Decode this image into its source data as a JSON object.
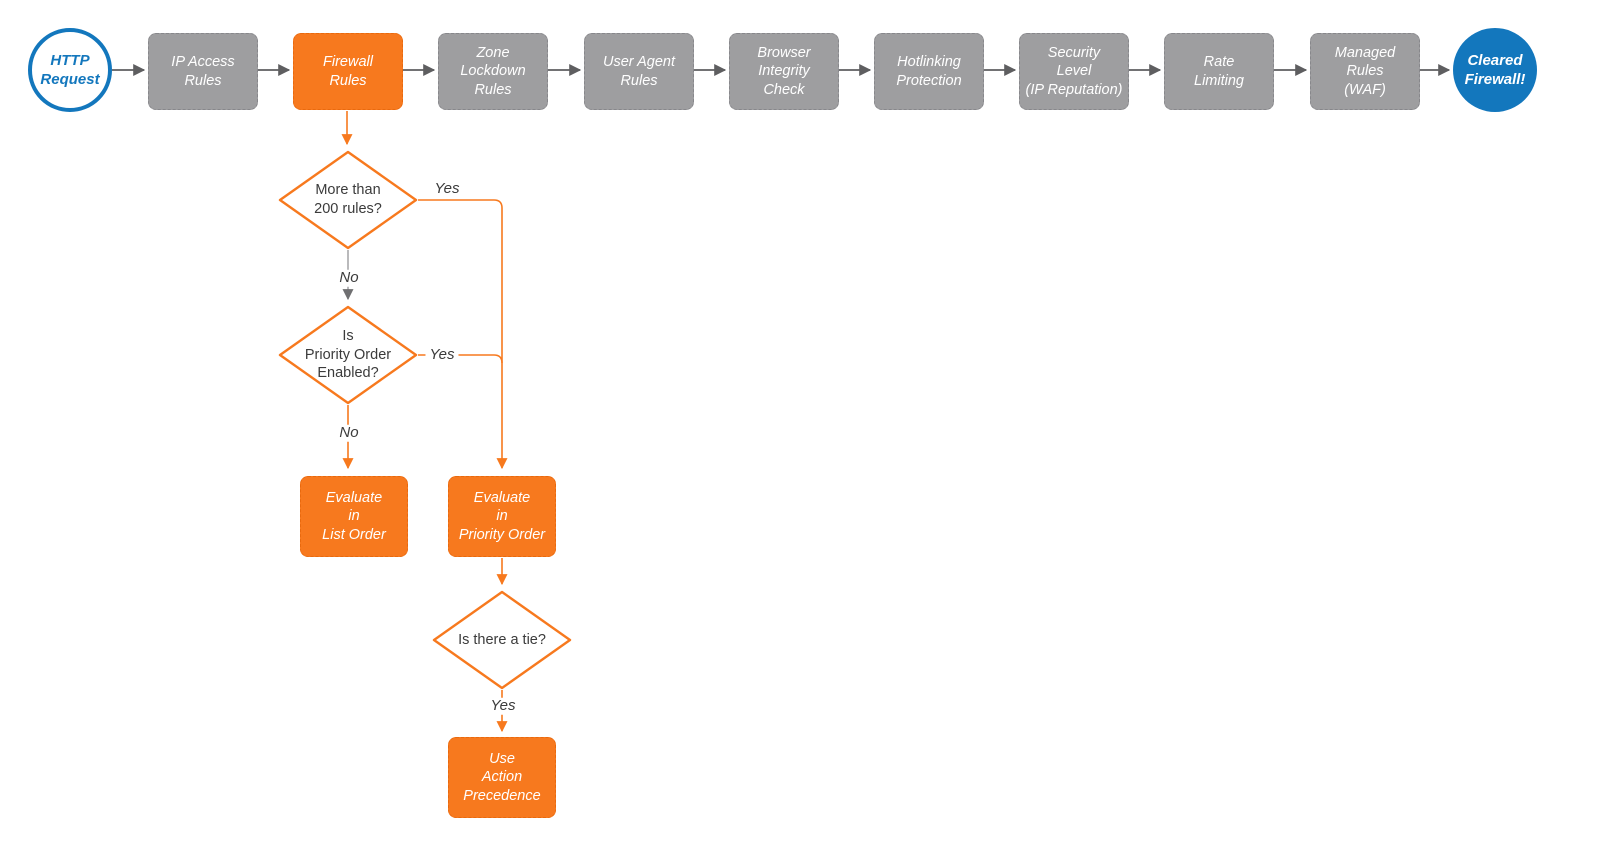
{
  "colors": {
    "node_gray": "#9e9ea0",
    "node_orange": "#f7791e",
    "brand_blue": "#1377bd",
    "arrow_gray": "#5e5e60",
    "connector_orange": "#f7791e",
    "label_text": "#3b3b3b"
  },
  "nodes": {
    "http_request": {
      "label": "HTTP\nRequest",
      "type": "start"
    },
    "ip_access_rules": {
      "label": "IP Access\nRules",
      "type": "process"
    },
    "firewall_rules": {
      "label": "Firewall\nRules",
      "type": "process-highlight"
    },
    "zone_lockdown_rules": {
      "label": "Zone\nLockdown\nRules",
      "type": "process"
    },
    "user_agent_rules": {
      "label": "User Agent\nRules",
      "type": "process"
    },
    "browser_integrity_check": {
      "label": "Browser\nIntegrity\nCheck",
      "type": "process"
    },
    "hotlinking_protection": {
      "label": "Hotlinking\nProtection",
      "type": "process"
    },
    "security_level": {
      "label": "Security\nLevel\n(IP Reputation)",
      "type": "process"
    },
    "rate_limiting": {
      "label": "Rate\nLimiting",
      "type": "process"
    },
    "managed_rules": {
      "label": "Managed\nRules\n(WAF)",
      "type": "process"
    },
    "cleared_firewall": {
      "label": "Cleared\nFirewall!",
      "type": "end"
    },
    "more_than_200_rules": {
      "label": "More than\n200 rules?",
      "type": "decision"
    },
    "priority_order_enabled": {
      "label": "Is\nPriority Order\nEnabled?",
      "type": "decision"
    },
    "evaluate_list_order": {
      "label": "Evaluate\nin\nList Order",
      "type": "process-highlight"
    },
    "evaluate_priority_order": {
      "label": "Evaluate\nin\nPriority Order",
      "type": "process-highlight"
    },
    "is_there_a_tie": {
      "label": "Is there a tie?",
      "type": "decision"
    },
    "use_action_precedence": {
      "label": "Use\nAction\nPrecedence",
      "type": "process-highlight"
    }
  },
  "edge_labels": {
    "more_than_200_yes": "Yes",
    "more_than_200_no": "No",
    "priority_enabled_yes": "Yes",
    "priority_enabled_no": "No",
    "tie_yes": "Yes"
  }
}
